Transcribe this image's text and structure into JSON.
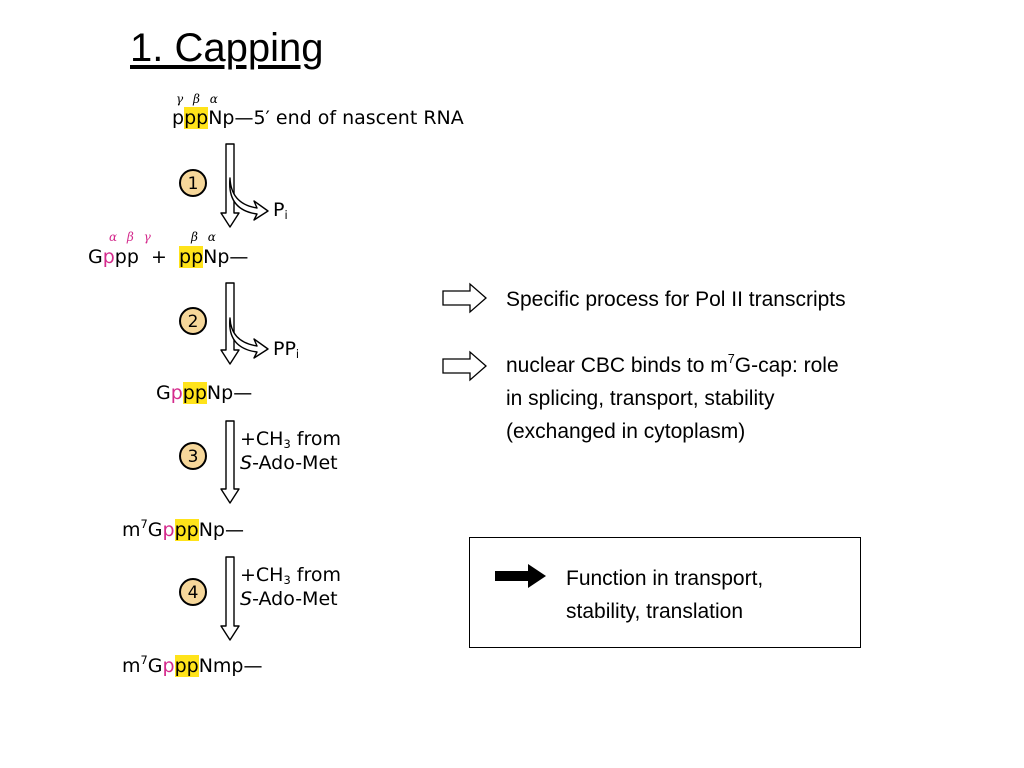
{
  "title": "1. Capping",
  "diagram": {
    "rna_5prime": {
      "greek": "γ β α",
      "p1": "p",
      "pp": "pp",
      "rest": "Np—5′ end of nascent RNA"
    },
    "step1": {
      "number": "1",
      "product_main": "P",
      "product_sub": "i"
    },
    "after_step1": {
      "greek_left": "α β γ",
      "greek_right": "β α",
      "g": "G",
      "p_pink": "p",
      "pp_end": "pp",
      "plus": "+",
      "pp": "pp",
      "rest": "Np—"
    },
    "step2": {
      "number": "2",
      "product_main": "PP",
      "product_sub": "i"
    },
    "after_step2": {
      "g": "G",
      "p_pink": "p",
      "pp": "pp",
      "rest": "Np—"
    },
    "step3": {
      "number": "3",
      "line1_a": "+CH",
      "line1_sub": "3",
      "line1_b": " from",
      "line2_italic": "S",
      "line2_rest": "-Ado-Met"
    },
    "after_step3": {
      "m": "m",
      "sup": "7",
      "g": "G",
      "p_pink": "p",
      "pp": "pp",
      "rest": "Np—"
    },
    "step4": {
      "number": "4",
      "line1_a": "+CH",
      "line1_sub": "3",
      "line1_b": " from",
      "line2_italic": "S",
      "line2_rest": "-Ado-Met"
    },
    "after_step4": {
      "m": "m",
      "sup": "7",
      "g": "G",
      "p_pink": "p",
      "pp": "pp",
      "rest": "Nmp—"
    }
  },
  "bullets": [
    {
      "text": "Specific process for Pol II transcripts"
    },
    {
      "line1_a": "nuclear CBC binds to m",
      "line1_sup": "7",
      "line1_b": "G-cap: role",
      "line2": "in splicing, transport, stability",
      "line3": "(exchanged in cytoplasm)"
    }
  ],
  "function_box": {
    "line1": "Function in transport,",
    "line2": "stability, translation"
  },
  "colors": {
    "highlight": "#ffe31a",
    "pink": "#d42a8c",
    "step_circle": "#f6d79a"
  }
}
